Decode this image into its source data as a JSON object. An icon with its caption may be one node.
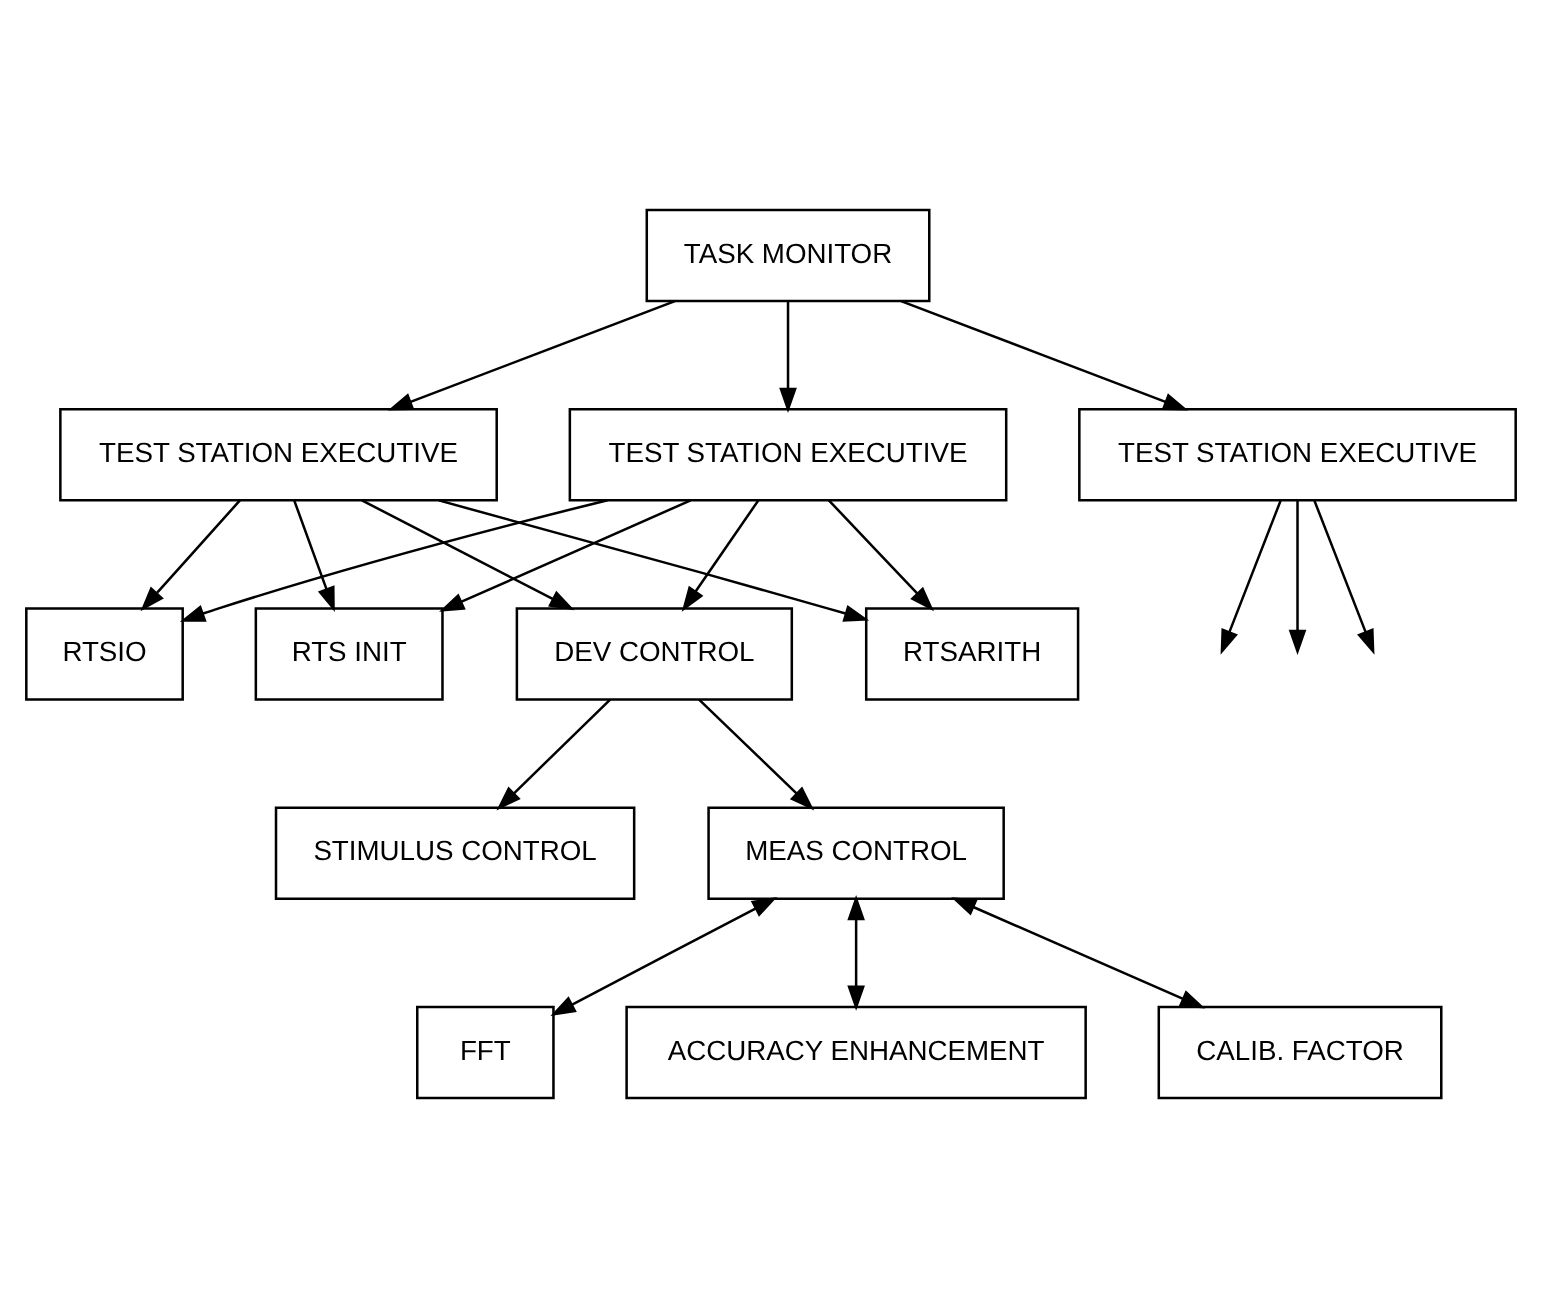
{
  "diagram": {
    "nodes": [
      {
        "text": [
          "TASK MONITOR"
        ]
      },
      {
        "text": [
          "TEST STATION EXECUTIVE"
        ]
      },
      {
        "text": [
          "TEST STATION EXECUTIVE"
        ]
      },
      {
        "text": [
          "TEST STATION EXECUTIVE"
        ]
      },
      {
        "text": [
          "RTS INIT"
        ]
      },
      {
        "text": [
          "DEV CONTROL"
        ]
      },
      {
        "text": [
          "RTSARITH"
        ]
      },
      {
        "text": [
          "RTSIO"
        ]
      },
      {
        "text": [
          "STIMULUS CONTROL"
        ]
      },
      {
        "text": [
          "MEAS CONTROL"
        ]
      },
      {
        "text": [
          "FFT"
        ]
      },
      {
        "text": [
          "ACCURACY ENHANCEMENT"
        ]
      },
      {
        "text": [
          "CALIB. FACTOR"
        ]
      }
    ],
    "edges": [
      {
        "from": 0,
        "to": 1,
        "arrow": "to"
      },
      {
        "from": 0,
        "to": 2,
        "arrow": "to"
      },
      {
        "from": 0,
        "to": 3,
        "arrow": "to"
      },
      {
        "from": 2,
        "to": null,
        "arrow": "to"
      },
      {
        "from": 2,
        "to": null,
        "arrow": "to"
      },
      {
        "from": 2,
        "to": null,
        "arrow": "to"
      },
      {
        "from": 1,
        "to": 4,
        "arrow": "to"
      },
      {
        "from": 1,
        "to": 5,
        "arrow": "to"
      },
      {
        "from": 1,
        "to": 6,
        "arrow": "to"
      },
      {
        "from": 1,
        "to": 7,
        "arrow": "to"
      },
      {
        "from": 3,
        "to": 4,
        "arrow": "to"
      },
      {
        "from": 3,
        "to": 5,
        "arrow": "to"
      },
      {
        "from": 3,
        "to": 6,
        "arrow": "to"
      },
      {
        "from": 3,
        "to": 7,
        "arrow": "to"
      },
      {
        "from": 5,
        "to": 8,
        "arrow": "to"
      },
      {
        "from": 5,
        "to": 9,
        "arrow": "to"
      },
      {
        "from": 9,
        "to": 10,
        "arrow": "both"
      },
      {
        "from": 9,
        "to": 11,
        "arrow": "both"
      },
      {
        "from": 9,
        "to": 12,
        "arrow": "both"
      }
    ]
  }
}
